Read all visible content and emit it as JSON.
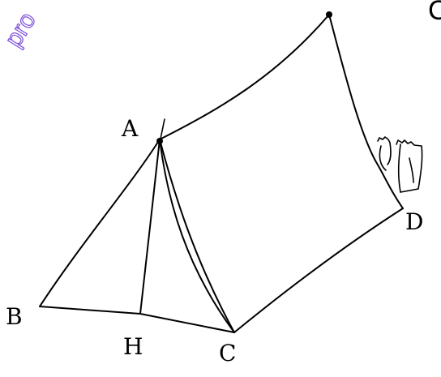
{
  "points": {
    "A": "A",
    "B": "B",
    "C": "C",
    "D": "D",
    "H": "H"
  },
  "watermark_text": "pro",
  "corner_text": "C",
  "colors": {
    "line": "#000000",
    "watermark": "#7d4fd8",
    "background": "#ffffff"
  }
}
